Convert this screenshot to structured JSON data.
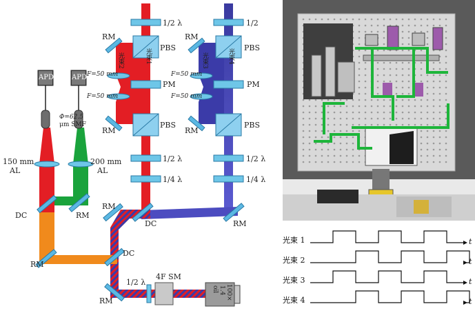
{
  "optics": {
    "half_wave": "1/2 λ",
    "half_wave_short": "1/2",
    "quarter_wave": "1/4 λ",
    "rm": "RM",
    "pbs": "PBS",
    "pm": "PM",
    "dc": "DC",
    "f50": "F=50 mm",
    "apd": "APD",
    "smf_line1": "Φ=62.5",
    "smf_line2": "μm SMF",
    "al150_a": "150 mm",
    "al150_b": "AL",
    "al200_a": "200 mm",
    "al200_b": "AL",
    "sm4f": "4F SM",
    "objective_a": "100×",
    "objective_b": "1.4",
    "objective_c": "oil",
    "beam1": "光束1",
    "beam2": "光束2",
    "beam3": "光束3",
    "beam4": "光束4"
  },
  "timing": {
    "rows": [
      {
        "label": "光束 1",
        "pulses": [
          [
            1,
            2
          ],
          [
            3,
            4
          ],
          [
            5,
            6
          ]
        ]
      },
      {
        "label": "光束 2",
        "pulses": [
          [
            2,
            3
          ],
          [
            4,
            5
          ],
          [
            6,
            7
          ]
        ]
      },
      {
        "label": "光束 3",
        "pulses": [
          [
            1,
            2
          ],
          [
            3,
            4
          ],
          [
            5,
            6
          ]
        ]
      },
      {
        "label": "光束 4",
        "pulses": [
          [
            2,
            3
          ],
          [
            4,
            5
          ],
          [
            6,
            7
          ]
        ]
      }
    ],
    "axis_label": "t"
  },
  "colors": {
    "red": "#e31e24",
    "blue": "#3b3ba8",
    "green": "#1aa33c",
    "orange": "#f08a1c",
    "optic": "#6ec6e8",
    "mirror": "#5bb8e3"
  }
}
